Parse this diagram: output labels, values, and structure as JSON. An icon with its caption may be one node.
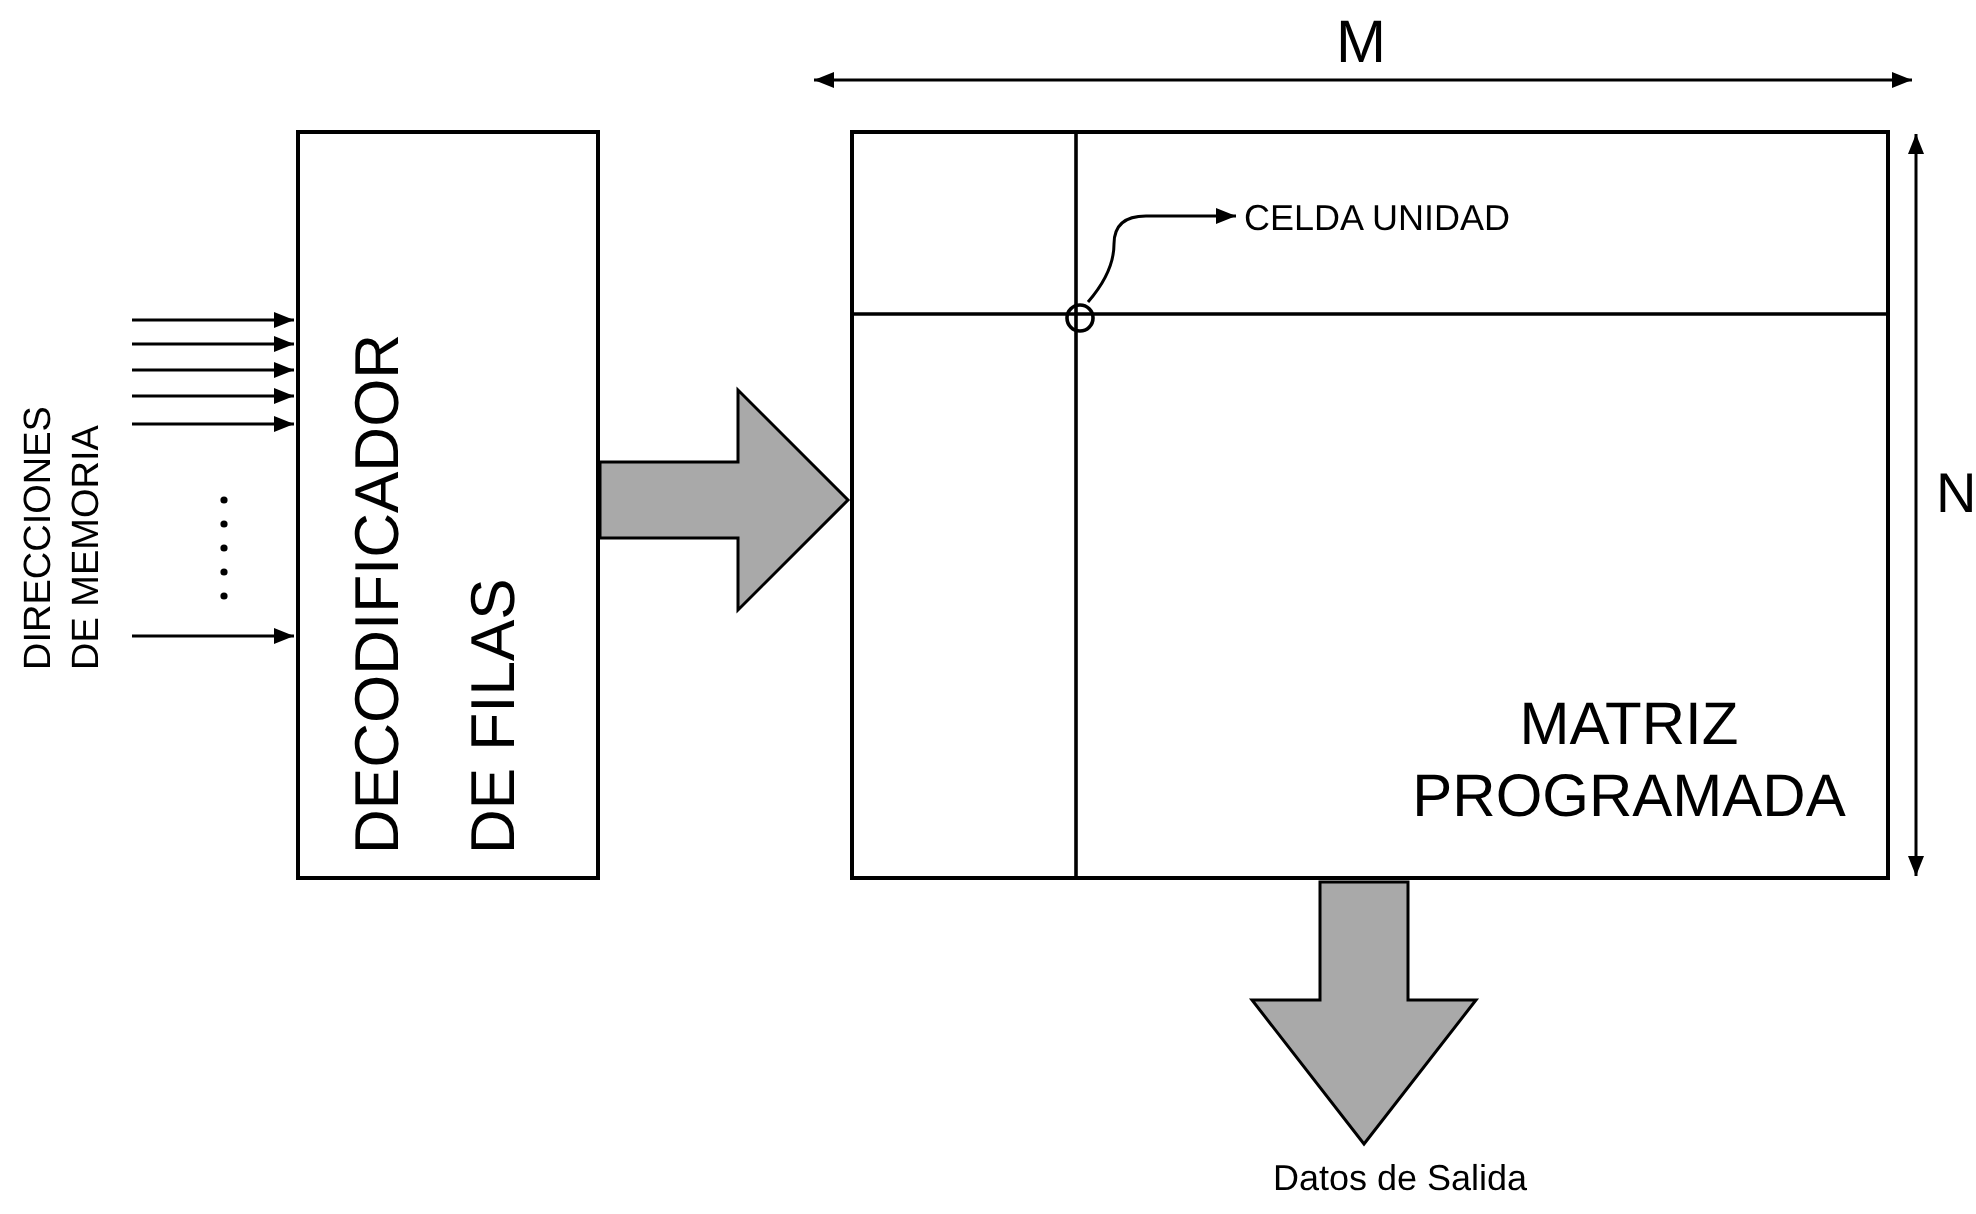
{
  "diagram": {
    "nodes": [
      {
        "text": [
          "DIRECCIONES DE MEMORIA"
        ]
      },
      {
        "text": [
          "DECODIFICADOR DE FILAS"
        ]
      },
      {
        "text": [
          "MATRIZ PROGRAMADA"
        ]
      },
      {
        "text": [
          "CELDA UNIDAD"
        ],
        "in": 2
      },
      {
        "text": [],
        "shape": "circle",
        "in": 2
      },
      {
        "text": [
          "Datos de Salida"
        ]
      }
    ],
    "edges": [
      {
        "from": 0,
        "to": 1,
        "arrow": "to"
      },
      {
        "from": 0,
        "to": 1,
        "arrow": "to"
      },
      {
        "from": 0,
        "to": 1,
        "arrow": "to"
      },
      {
        "from": 0,
        "to": 1,
        "arrow": "to"
      },
      {
        "from": 0,
        "to": 1,
        "arrow": "to"
      },
      {
        "from": 0,
        "to": 1,
        "arrow": "to"
      },
      {
        "from": 1,
        "to": 2,
        "arrow": "to",
        "style": "thick"
      },
      {
        "from": 4,
        "to": 3,
        "arrow": "to"
      },
      {
        "from": 2,
        "to": 5,
        "arrow": "to",
        "style": "thick"
      }
    ],
    "labels": [
      "M",
      "N"
    ]
  }
}
